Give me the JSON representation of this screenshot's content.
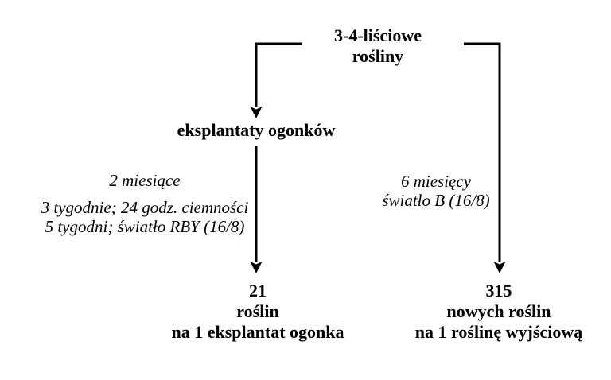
{
  "title": {
    "line1": "3-4-liściowe",
    "line2": "rośliny"
  },
  "left_branch": {
    "node_label": "eksplantaty ogonków",
    "duration": "2 miesiące",
    "conditions": [
      "3 tygodnie; 24 godz. ciemności",
      "5 tygodni; światło RBY (16/8)"
    ],
    "result": {
      "value": "21",
      "unit": "roślin",
      "basis": "na 1 eksplantat ogonka"
    }
  },
  "right_branch": {
    "duration": "6 miesięcy",
    "conditions": [
      "światło B (16/8)"
    ],
    "result": {
      "value": "315",
      "unit": "nowych roślin",
      "basis": "na 1 roślinę wyjściową"
    }
  },
  "colors": {
    "line": "#000000",
    "text": "#000000",
    "background": "#ffffff"
  }
}
